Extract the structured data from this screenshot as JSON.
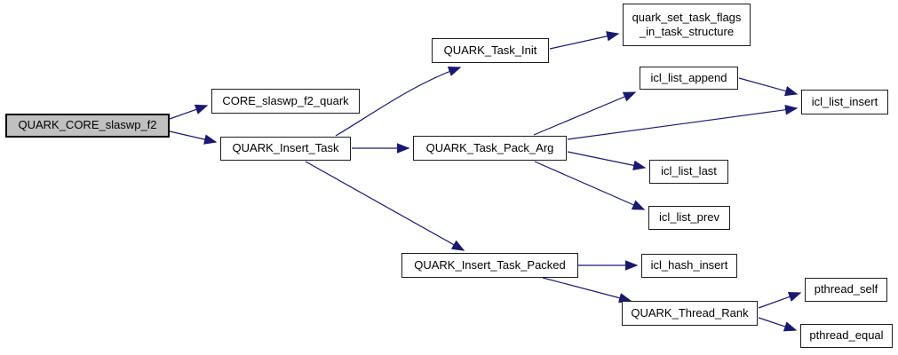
{
  "diagram": {
    "kind": "doxygen-call-graph",
    "colors": {
      "background": "#ffffff",
      "edge": "#191970",
      "node_border": "#1c1c1c",
      "node_fill": "#ffffff",
      "highlight_fill": "#c0c0c0",
      "text": "#000000"
    },
    "nodes": [
      {
        "label": "QUARK_CORE_slaswp_f2",
        "highlighted": true
      },
      {
        "label": "CORE_slaswp_f2_quark"
      },
      {
        "label": "QUARK_Insert_Task"
      },
      {
        "label": "QUARK_Task_Init"
      },
      {
        "label": "quark_set_task_flags_in_task_structure",
        "lines": [
          "quark_set_task_flags",
          "_in_task_structure"
        ]
      },
      {
        "label": "icl_list_append"
      },
      {
        "label": "icl_list_insert"
      },
      {
        "label": "QUARK_Task_Pack_Arg"
      },
      {
        "label": "icl_list_last"
      },
      {
        "label": "icl_list_prev"
      },
      {
        "label": "QUARK_Insert_Task_Packed"
      },
      {
        "label": "icl_hash_insert"
      },
      {
        "label": "QUARK_Thread_Rank"
      },
      {
        "label": "pthread_self"
      },
      {
        "label": "pthread_equal"
      }
    ],
    "edges": [
      {
        "from": "QUARK_CORE_slaswp_f2",
        "to": "CORE_slaswp_f2_quark"
      },
      {
        "from": "QUARK_CORE_slaswp_f2",
        "to": "QUARK_Insert_Task"
      },
      {
        "from": "QUARK_Insert_Task",
        "to": "QUARK_Task_Init"
      },
      {
        "from": "QUARK_Insert_Task",
        "to": "QUARK_Task_Pack_Arg"
      },
      {
        "from": "QUARK_Insert_Task",
        "to": "QUARK_Insert_Task_Packed"
      },
      {
        "from": "QUARK_Task_Init",
        "to": "quark_set_task_flags_in_task_structure"
      },
      {
        "from": "QUARK_Task_Pack_Arg",
        "to": "icl_list_append"
      },
      {
        "from": "QUARK_Task_Pack_Arg",
        "to": "icl_list_insert"
      },
      {
        "from": "QUARK_Task_Pack_Arg",
        "to": "icl_list_last"
      },
      {
        "from": "QUARK_Task_Pack_Arg",
        "to": "icl_list_prev"
      },
      {
        "from": "icl_list_append",
        "to": "icl_list_insert"
      },
      {
        "from": "QUARK_Insert_Task_Packed",
        "to": "icl_hash_insert"
      },
      {
        "from": "QUARK_Insert_Task_Packed",
        "to": "QUARK_Thread_Rank"
      },
      {
        "from": "QUARK_Thread_Rank",
        "to": "pthread_self"
      },
      {
        "from": "QUARK_Thread_Rank",
        "to": "pthread_equal"
      }
    ]
  }
}
